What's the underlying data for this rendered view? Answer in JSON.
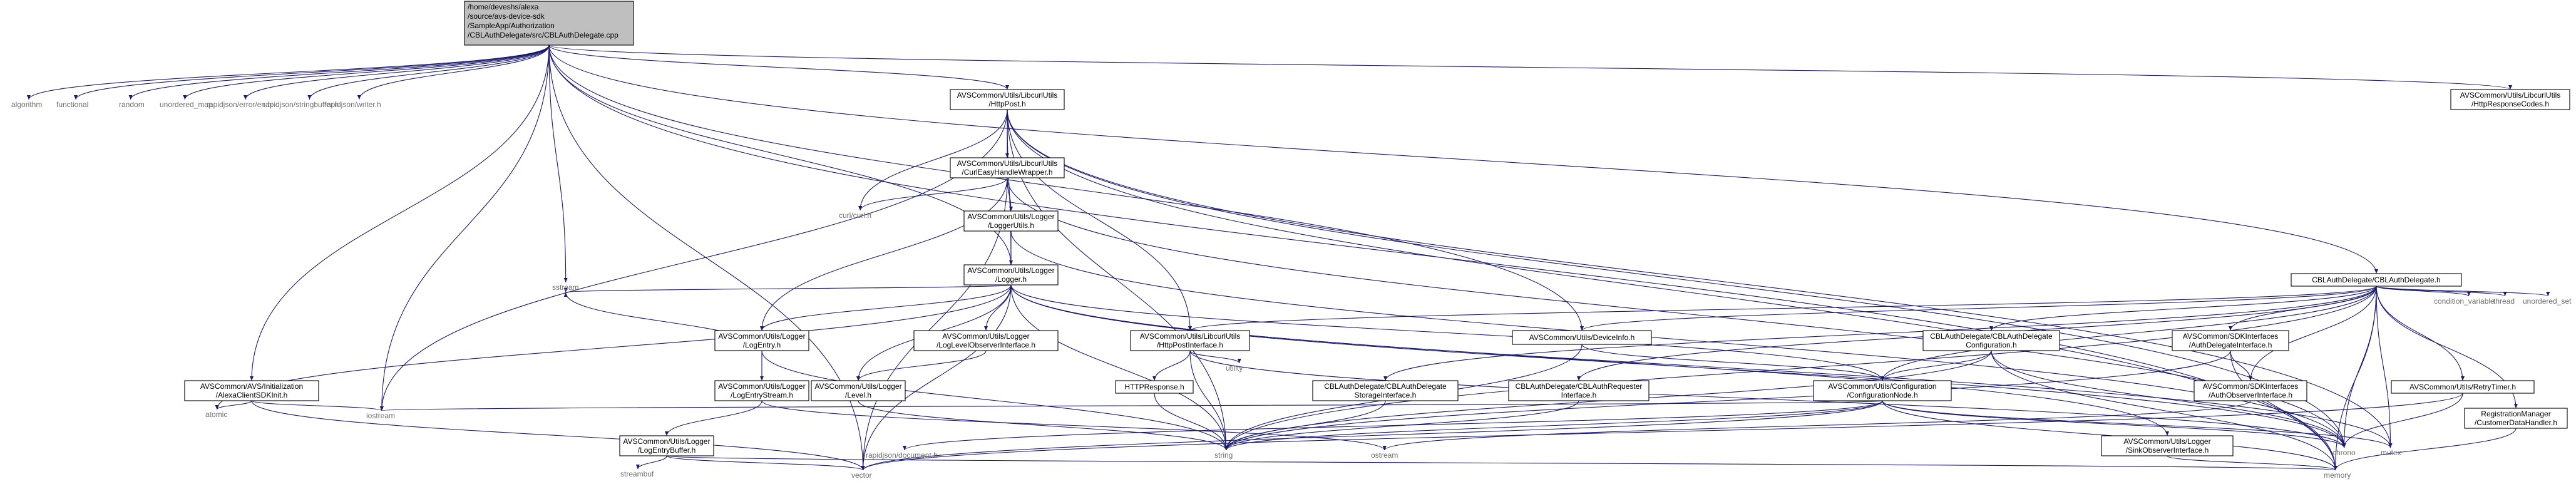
{
  "root": {
    "lines": [
      "/home/deveshs/alexa",
      "/source/avs-device-sdk",
      "/SampleApp/Authorization",
      "/CBLAuthDelegate/src/CBLAuthDelegate.cpp"
    ]
  },
  "boxed_nodes": [
    {
      "id": "httppost",
      "lines": [
        "AVSCommon/Utils/LibcurlUtils",
        "/HttpPost.h"
      ]
    },
    {
      "id": "httpresponsecodes",
      "lines": [
        "AVSCommon/Utils/LibcurlUtils",
        "/HttpResponseCodes.h"
      ]
    },
    {
      "id": "curleasy",
      "lines": [
        "AVSCommon/Utils/LibcurlUtils",
        "/CurlEasyHandleWrapper.h"
      ]
    },
    {
      "id": "loggerutils",
      "lines": [
        "AVSCommon/Utils/Logger",
        "/LoggerUtils.h"
      ]
    },
    {
      "id": "logger",
      "lines": [
        "AVSCommon/Utils/Logger",
        "/Logger.h"
      ]
    },
    {
      "id": "logentry",
      "lines": [
        "AVSCommon/Utils/Logger",
        "/LogEntry.h"
      ]
    },
    {
      "id": "loglevelobs",
      "lines": [
        "AVSCommon/Utils/Logger",
        "/LogLevelObserverInterface.h"
      ]
    },
    {
      "id": "httppostif",
      "lines": [
        "AVSCommon/Utils/LibcurlUtils",
        "/HttpPostInterface.h"
      ]
    },
    {
      "id": "deviceinfo",
      "lines": [
        "AVSCommon/Utils/DeviceInfo.h"
      ]
    },
    {
      "id": "cblauthdelegate",
      "lines": [
        "CBLAuthDelegate/CBLAuthDelegate.h"
      ]
    },
    {
      "id": "cblconfig",
      "lines": [
        "CBLAuthDelegate/CBLAuthDelegate",
        "Configuration.h"
      ]
    },
    {
      "id": "authdelegateif",
      "lines": [
        "AVSCommon/SDKInterfaces",
        "/AuthDelegateInterface.h"
      ]
    },
    {
      "id": "authobserverif",
      "lines": [
        "AVSCommon/SDKInterfaces",
        "/AuthObserverInterface.h"
      ]
    },
    {
      "id": "retrytimer",
      "lines": [
        "AVSCommon/Utils/RetryTimer.h"
      ]
    },
    {
      "id": "regmanager",
      "lines": [
        "RegistrationManager",
        "/CustomerDataHandler.h"
      ]
    },
    {
      "id": "alexainit",
      "lines": [
        "AVSCommon/AVS/Initialization",
        "/AlexaClientSDKInit.h"
      ]
    },
    {
      "id": "logentrystream",
      "lines": [
        "AVSCommon/Utils/Logger",
        "/LogEntryStream.h"
      ]
    },
    {
      "id": "logentrybuffer",
      "lines": [
        "AVSCommon/Utils/Logger",
        "/LogEntryBuffer.h"
      ]
    },
    {
      "id": "level",
      "lines": [
        "AVSCommon/Utils/Logger",
        "/Level.h"
      ]
    },
    {
      "id": "httpresponse",
      "lines": [
        "HTTPResponse.h"
      ]
    },
    {
      "id": "storageif",
      "lines": [
        "CBLAuthDelegate/CBLAuthDelegate",
        "StorageInterface.h"
      ]
    },
    {
      "id": "requesterif",
      "lines": [
        "CBLAuthDelegate/CBLAuthRequester",
        "Interface.h"
      ]
    },
    {
      "id": "confignode",
      "lines": [
        "AVSCommon/Utils/Configuration",
        "/ConfigurationNode.h"
      ]
    },
    {
      "id": "sinkobserver",
      "lines": [
        "AVSCommon/Utils/Logger",
        "/SinkObserverInterface.h"
      ]
    }
  ],
  "leaf_nodes": [
    {
      "id": "algorithm",
      "label": "algorithm"
    },
    {
      "id": "functional",
      "label": "functional"
    },
    {
      "id": "random",
      "label": "random"
    },
    {
      "id": "unordered_map",
      "label": "unordered_map"
    },
    {
      "id": "errorh",
      "label": "rapidjson/error/en.h"
    },
    {
      "id": "stringbuffer",
      "label": "rapidjson/stringbuffer.h"
    },
    {
      "id": "writer",
      "label": "rapidjson/writer.h"
    },
    {
      "id": "curl",
      "label": "curl/curl.h"
    },
    {
      "id": "sstream",
      "label": "sstream"
    },
    {
      "id": "atomic",
      "label": "atomic"
    },
    {
      "id": "iostream",
      "label": "iostream"
    },
    {
      "id": "streambuf",
      "label": "streambuf"
    },
    {
      "id": "vector",
      "label": "vector"
    },
    {
      "id": "document",
      "label": "rapidjson/document.h"
    },
    {
      "id": "string",
      "label": "string"
    },
    {
      "id": "ostream",
      "label": "ostream"
    },
    {
      "id": "utility",
      "label": "utility"
    },
    {
      "id": "chrono",
      "label": "chrono"
    },
    {
      "id": "mutex",
      "label": "mutex"
    },
    {
      "id": "memory",
      "label": "memory"
    },
    {
      "id": "condition_variable",
      "label": "condition_variable"
    },
    {
      "id": "thread",
      "label": "thread"
    },
    {
      "id": "unordered_set",
      "label": "unordered_set"
    }
  ],
  "edges": [
    [
      "root",
      "algorithm"
    ],
    [
      "root",
      "functional"
    ],
    [
      "root",
      "random"
    ],
    [
      "root",
      "unordered_map"
    ],
    [
      "root",
      "errorh"
    ],
    [
      "root",
      "stringbuffer"
    ],
    [
      "root",
      "writer"
    ],
    [
      "root",
      "httppost"
    ],
    [
      "root",
      "httpresponsecodes"
    ],
    [
      "root",
      "cblauthdelegate"
    ],
    [
      "root",
      "alexainit"
    ],
    [
      "root",
      "iostream"
    ],
    [
      "root",
      "sstream"
    ],
    [
      "root",
      "logger"
    ],
    [
      "root",
      "deviceinfo"
    ],
    [
      "root",
      "memory"
    ],
    [
      "root",
      "vector"
    ],
    [
      "httppost",
      "curleasy"
    ],
    [
      "httppost",
      "curl"
    ],
    [
      "httppost",
      "httppostif"
    ],
    [
      "httppost",
      "logger"
    ],
    [
      "httppost",
      "memory"
    ],
    [
      "httppost",
      "mutex"
    ],
    [
      "httppost",
      "chrono"
    ],
    [
      "httppost",
      "string"
    ],
    [
      "httppost",
      "iostream"
    ],
    [
      "curleasy",
      "loggerutils"
    ],
    [
      "curleasy",
      "curl"
    ],
    [
      "curleasy",
      "logentry"
    ],
    [
      "curleasy",
      "vector"
    ],
    [
      "curleasy",
      "chrono"
    ],
    [
      "loggerutils",
      "logger"
    ],
    [
      "loggerutils",
      "chrono"
    ],
    [
      "logger",
      "logentry"
    ],
    [
      "logger",
      "loglevelobs"
    ],
    [
      "logger",
      "level"
    ],
    [
      "logger",
      "confignode"
    ],
    [
      "logger",
      "sinkobserver"
    ],
    [
      "logger",
      "sstream"
    ],
    [
      "logger",
      "vector"
    ],
    [
      "logger",
      "atomic"
    ],
    [
      "logger",
      "chrono"
    ],
    [
      "logger",
      "mutex"
    ],
    [
      "logger",
      "string"
    ],
    [
      "logentry",
      "logentrystream"
    ],
    [
      "logentry",
      "sstream"
    ],
    [
      "logentry",
      "string"
    ],
    [
      "logentrystream",
      "logentrybuffer"
    ],
    [
      "logentrystream",
      "ostream"
    ],
    [
      "logentrybuffer",
      "streambuf"
    ],
    [
      "logentrybuffer",
      "vector"
    ],
    [
      "logentrybuffer",
      "memory"
    ],
    [
      "loglevelobs",
      "level"
    ],
    [
      "level",
      "string"
    ],
    [
      "httppostif",
      "httpresponse"
    ],
    [
      "httppostif",
      "utility"
    ],
    [
      "httppostif",
      "chrono"
    ],
    [
      "httppostif",
      "string"
    ],
    [
      "httpresponse",
      "string"
    ],
    [
      "deviceinfo",
      "confignode"
    ],
    [
      "deviceinfo",
      "string"
    ],
    [
      "cblauthdelegate",
      "deviceinfo"
    ],
    [
      "cblauthdelegate",
      "httppostif"
    ],
    [
      "cblauthdelegate",
      "cblconfig"
    ],
    [
      "cblauthdelegate",
      "authdelegateif"
    ],
    [
      "cblauthdelegate",
      "storageif"
    ],
    [
      "cblauthdelegate",
      "requesterif"
    ],
    [
      "cblauthdelegate",
      "retrytimer"
    ],
    [
      "cblauthdelegate",
      "regmanager"
    ],
    [
      "cblauthdelegate",
      "condition_variable"
    ],
    [
      "cblauthdelegate",
      "thread"
    ],
    [
      "cblauthdelegate",
      "unordered_set"
    ],
    [
      "cblauthdelegate",
      "chrono"
    ],
    [
      "cblauthdelegate",
      "mutex"
    ],
    [
      "cblauthdelegate",
      "memory"
    ],
    [
      "cblauthdelegate",
      "confignode"
    ],
    [
      "cblauthdelegate",
      "string"
    ],
    [
      "cblauthdelegate",
      "authobserverif"
    ],
    [
      "cblconfig",
      "confignode"
    ],
    [
      "cblconfig",
      "chrono"
    ],
    [
      "cblconfig",
      "string"
    ],
    [
      "cblconfig",
      "memory"
    ],
    [
      "authdelegateif",
      "authobserverif"
    ],
    [
      "authdelegateif",
      "memory"
    ],
    [
      "authdelegateif",
      "string"
    ],
    [
      "authobserverif",
      "ostream"
    ],
    [
      "retrytimer",
      "chrono"
    ],
    [
      "retrytimer",
      "vector"
    ],
    [
      "regmanager",
      "memory"
    ],
    [
      "storageif",
      "string"
    ],
    [
      "requesterif",
      "string"
    ],
    [
      "confignode",
      "document"
    ],
    [
      "confignode",
      "iostream"
    ],
    [
      "confignode",
      "mutex"
    ],
    [
      "confignode",
      "string"
    ],
    [
      "confignode",
      "vector"
    ],
    [
      "confignode",
      "chrono"
    ],
    [
      "confignode",
      "memory"
    ],
    [
      "sinkobserver",
      "memory"
    ],
    [
      "alexainit",
      "atomic"
    ],
    [
      "alexainit",
      "iostream"
    ],
    [
      "alexainit",
      "vector"
    ]
  ]
}
